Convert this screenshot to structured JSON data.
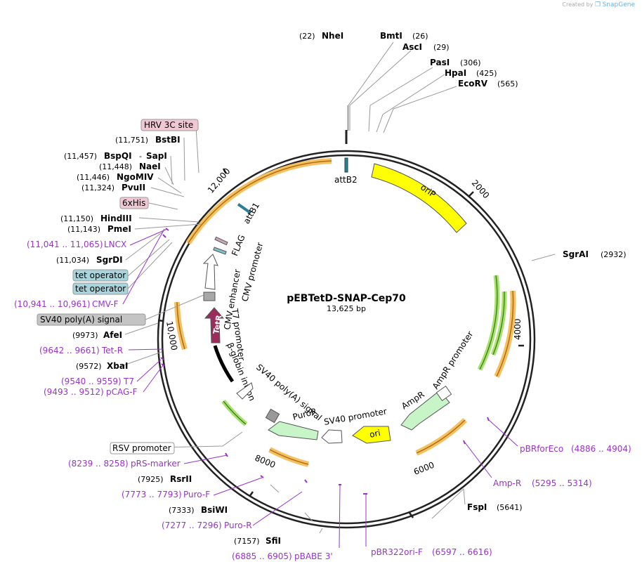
{
  "credit": {
    "text": "Created by",
    "brand": "SnapGene"
  },
  "plasmid": {
    "name": "pEBTetD-SNAP-Cep70",
    "length": "13,625 bp"
  },
  "ticks": [
    "2000",
    "4000",
    "6000",
    "8000",
    "10,000",
    "12,000"
  ],
  "enzymes": [
    {
      "pos": "(22)",
      "name": "NheI"
    },
    {
      "pos": "(26)",
      "name": "BmtI"
    },
    {
      "pos": "(29)",
      "name": "AscI"
    },
    {
      "pos": "(306)",
      "name": "PasI"
    },
    {
      "pos": "(425)",
      "name": "HpaI"
    },
    {
      "pos": "(565)",
      "name": "EcoRV"
    },
    {
      "pos": "(2932)",
      "name": "SgrAI"
    },
    {
      "pos": "(5641)",
      "name": "FspI"
    },
    {
      "pos": "(7157)",
      "name": "SfiI"
    },
    {
      "pos": "(7333)",
      "name": "BsiWI"
    },
    {
      "pos": "(7925)",
      "name": "RsrII"
    },
    {
      "pos": "(9572)",
      "name": "XbaI"
    },
    {
      "pos": "(9973)",
      "name": "AfeI"
    },
    {
      "pos": "(11,034)",
      "name": "SgrDI"
    },
    {
      "pos": "(11,143)",
      "name": "PmeI"
    },
    {
      "pos": "(11,150)",
      "name": "HindIII"
    },
    {
      "pos": "(11,324)",
      "name": "PvuII"
    },
    {
      "pos": "(11,446)",
      "name": "NgoMIV"
    },
    {
      "pos": "(11,448)",
      "name": "NaeI"
    },
    {
      "pos": "(11,457)",
      "name": "BspQI"
    },
    {
      "pos": "",
      "name": "SapI"
    },
    {
      "pos": "(11,751)",
      "name": "BstBI"
    }
  ],
  "primers": [
    {
      "range": "(4886 .. 4904)",
      "name": "pBRforEco"
    },
    {
      "range": "(5295 .. 5314)",
      "name": "Amp-R"
    },
    {
      "range": "(6597 .. 6616)",
      "name": "pBR322ori-F"
    },
    {
      "range": "(6885 .. 6905)",
      "name": "pBABE 3'"
    },
    {
      "range": "(7277 .. 7296)",
      "name": "Puro-R"
    },
    {
      "range": "(7773 .. 7793)",
      "name": "Puro-F"
    },
    {
      "range": "(8239 .. 8258)",
      "name": "pRS-marker"
    },
    {
      "range": "(9493 .. 9512)",
      "name": "pCAG-F"
    },
    {
      "range": "(9540 .. 9559)",
      "name": "T7"
    },
    {
      "range": "(9642 .. 9661)",
      "name": "Tet-R"
    },
    {
      "range": "(10,941 .. 10,961)",
      "name": "CMV-F"
    },
    {
      "range": "(11,041 .. 11,065)",
      "name": "LNCX"
    }
  ],
  "boxed": [
    {
      "name": "HRV 3C site",
      "color": "#f0c8d4"
    },
    {
      "name": "6xHis",
      "color": "#f0c8d4"
    },
    {
      "name": "tet operator",
      "color": "#a8d4dc"
    },
    {
      "name": "tet operator",
      "color": "#a8d4dc"
    },
    {
      "name": "SV40 poly(A) signal",
      "color": "#c4c4c4"
    },
    {
      "name": "RSV promoter",
      "color": "#ffffff"
    }
  ],
  "features": {
    "attB2": "attB2",
    "oriP": "oriP",
    "attB1": "attB1",
    "FLAG": "FLAG",
    "cmv_promoter": "CMV promoter",
    "cmv_enhancer": "CMV enhancer",
    "t7_promoter": "T7 promoter",
    "tetR": "TetR",
    "beta_globin": "β-globin intron",
    "sv40_polya": "SV40 poly(A) signal",
    "puroR": "PuroR",
    "sv40_promoter": "SV40 promoter",
    "ori": "ori",
    "ampR": "AmpR",
    "ampR_promoter": "AmpR promoter"
  },
  "colors": {
    "backbone": "#222222",
    "primer": "#9933cc",
    "oriP": "#ffff00",
    "orange_arc": "#f5c060",
    "green_arc": "#a8e06c",
    "tetR": "#9b2d5c",
    "ampR": "#c8f5c8",
    "ori": "#ffff00"
  }
}
